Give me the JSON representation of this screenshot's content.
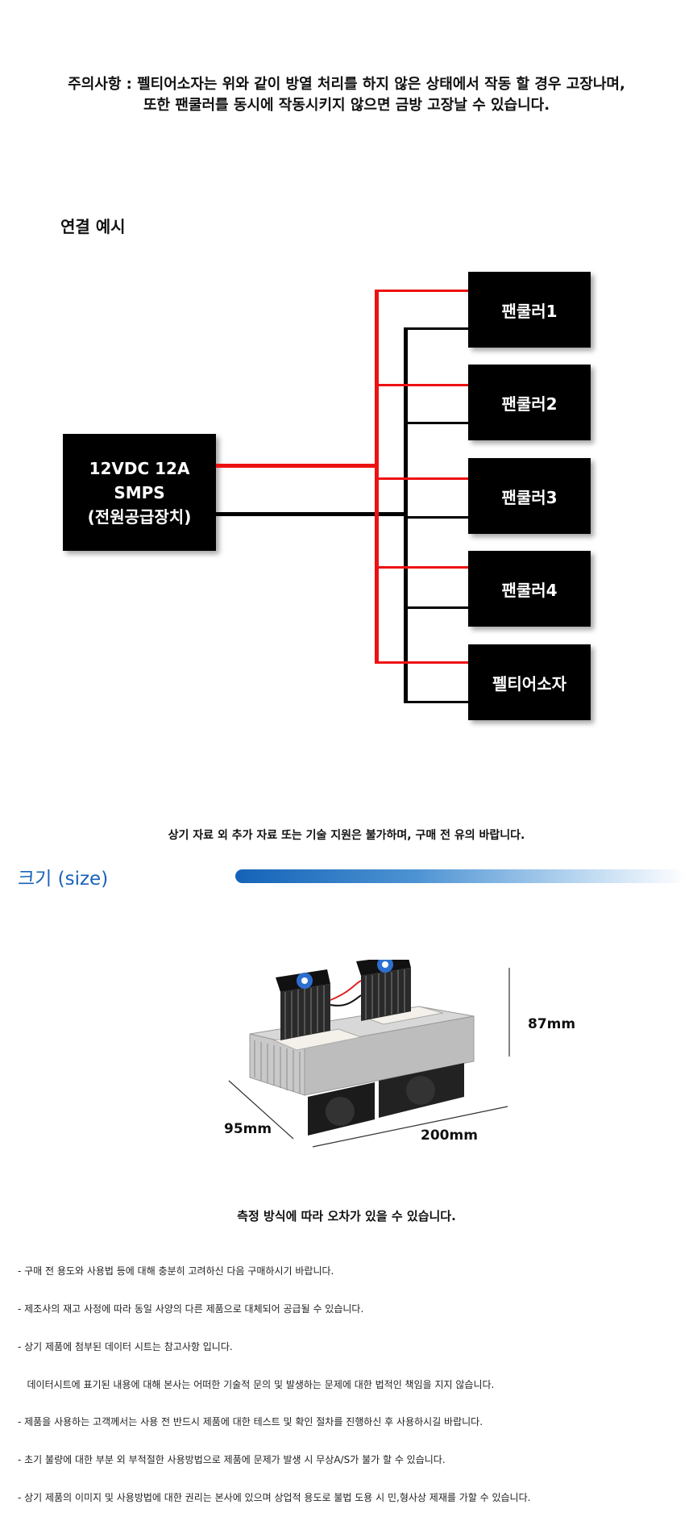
{
  "warning": {
    "line1": "주의사항 : 펠티어소자는 위와 같이 방열 처리를 하지 않은 상태에서 작동 할 경우 고장나며,",
    "line2": "또한 팬쿨러를 동시에 작동시키지 않으면 금방 고장날 수 있습니다."
  },
  "connection": {
    "title": "연결 예시",
    "smps_line1": "12VDC 12A",
    "smps_line2": "SMPS",
    "smps_line3": "(전원공급장치)",
    "devices": [
      "팬쿨러1",
      "팬쿨러2",
      "팬쿨러3",
      "팬쿨러4",
      "펠티어소자"
    ],
    "wire_colors": {
      "positive": "#ee1111",
      "negative": "#000000"
    }
  },
  "support_notice": "상기 자료 외 추가 자료 또는 기술 지원은 불가하며, 구매 전 유의 바랍니다.",
  "size": {
    "title": "크기 (size)",
    "accent": "#1a62b8",
    "height": "87mm",
    "depth": "95mm",
    "width": "200mm"
  },
  "measure_notice": "측정 방식에 따라 오차가 있을 수 있습니다.",
  "notes": [
    "- 구매 전 용도와 사용법 등에 대해 충분히 고려하신 다음 구매하시기 바랍니다.",
    "- 제조사의 재고 사정에 따라 동일 사양의 다른 제품으로 대체되어 공급될 수 있습니다.",
    "- 상기 제품에 첨부된 데이터 시트는 참고사항 입니다.",
    "   데이터시트에 표기된 내용에 대해 본사는 어떠한 기술적 문의 및 발생하는 문제에 대한 법적인 책임을 지지 않습니다.",
    "- 제품을 사용하는 고객께서는 사용 전 반드시 제품에 대한 테스트 및 확인 절차를 진행하신 후 사용하시길 바랍니다.",
    "- 초기 불량에 대한 부분 외 부적절한 사용방법으로 제품에 문제가 발생 시 무상A/S가 불가 할 수 있습니다.",
    "- 상기 제품의 이미지 및 사용방법에 대한 권리는 본사에 있으며 상업적 용도로 불법 도용 시 민,형사상 제재를 가할 수 있습니다."
  ]
}
